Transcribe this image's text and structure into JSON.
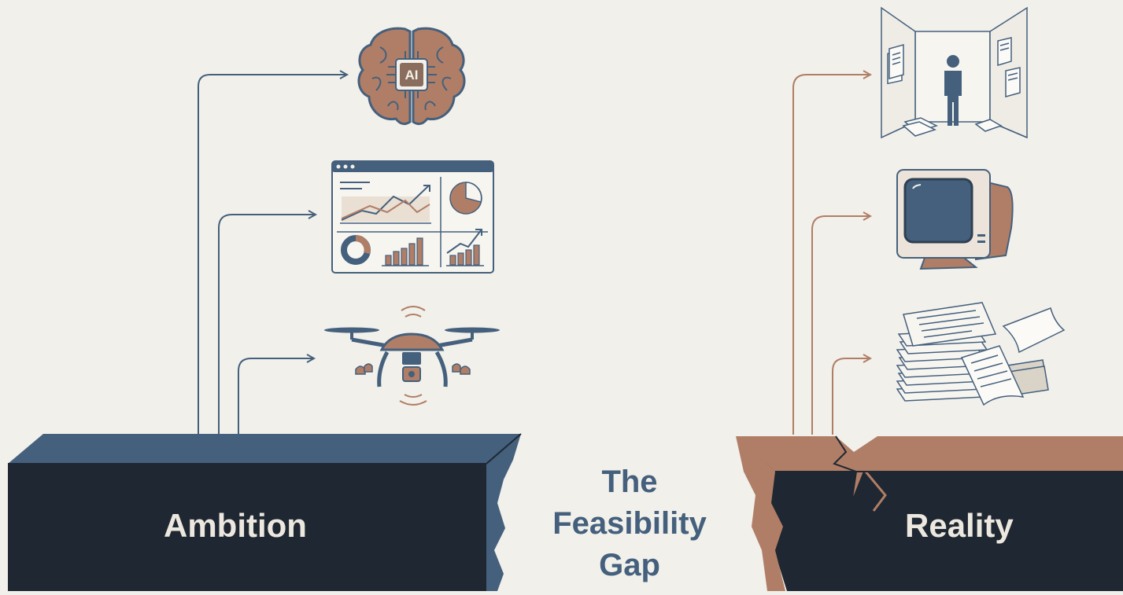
{
  "colors": {
    "background": "#f2f0ea",
    "ambition_blue": "#44607d",
    "cliff_dark": "#1f2732",
    "reality_brown": "#b07e66",
    "text_light": "#ece8df"
  },
  "ambition": {
    "label": "Ambition"
  },
  "reality": {
    "label": "Reality"
  },
  "gap": {
    "line1": "The",
    "line2": "Feasibility",
    "line3": "Gap"
  },
  "ambition_items": [
    {
      "icon": "ai-brain-icon",
      "chip_text": "AI"
    },
    {
      "icon": "analytics-dashboard-icon"
    },
    {
      "icon": "drone-icon"
    }
  ],
  "reality_items": [
    {
      "icon": "empty-room-person-icon"
    },
    {
      "icon": "old-crt-computer-icon"
    },
    {
      "icon": "paper-stack-icon"
    }
  ]
}
